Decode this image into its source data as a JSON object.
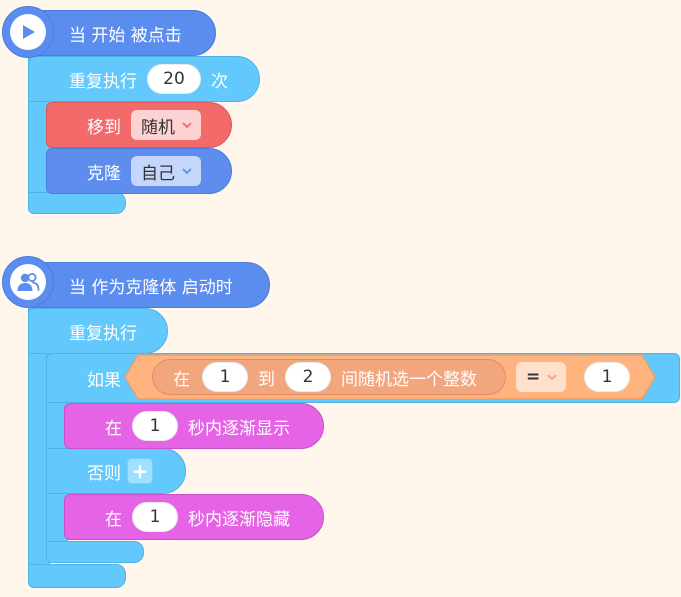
{
  "script1": {
    "hat_label": "当 开始 被点击",
    "repeat_label": "重复执行",
    "repeat_count": "20",
    "repeat_suffix": "次",
    "move_label": "移到",
    "move_target": "随机",
    "clone_label": "克隆",
    "clone_target": "自己"
  },
  "script2": {
    "hat_label": "当 作为克隆体 启动时",
    "forever_label": "重复执行",
    "if_label": "如果",
    "random_prefix": "在",
    "random_from": "1",
    "random_to_label": "到",
    "random_to": "2",
    "random_suffix": "间随机选一个整数",
    "compare_op": "=",
    "compare_value": "1",
    "show_prefix": "在",
    "show_secs": "1",
    "show_suffix": "秒内逐渐显示",
    "else_label": "否则",
    "else_add": "+",
    "hide_prefix": "在",
    "hide_secs": "1",
    "hide_suffix": "秒内逐渐隐藏"
  },
  "colors": {
    "background": "#FFF6EC",
    "event": "#5B8DEF",
    "control": "#63C8FB",
    "motion": "#F36A6A",
    "looks": "#E564E5",
    "operator": "#F2A67E"
  }
}
